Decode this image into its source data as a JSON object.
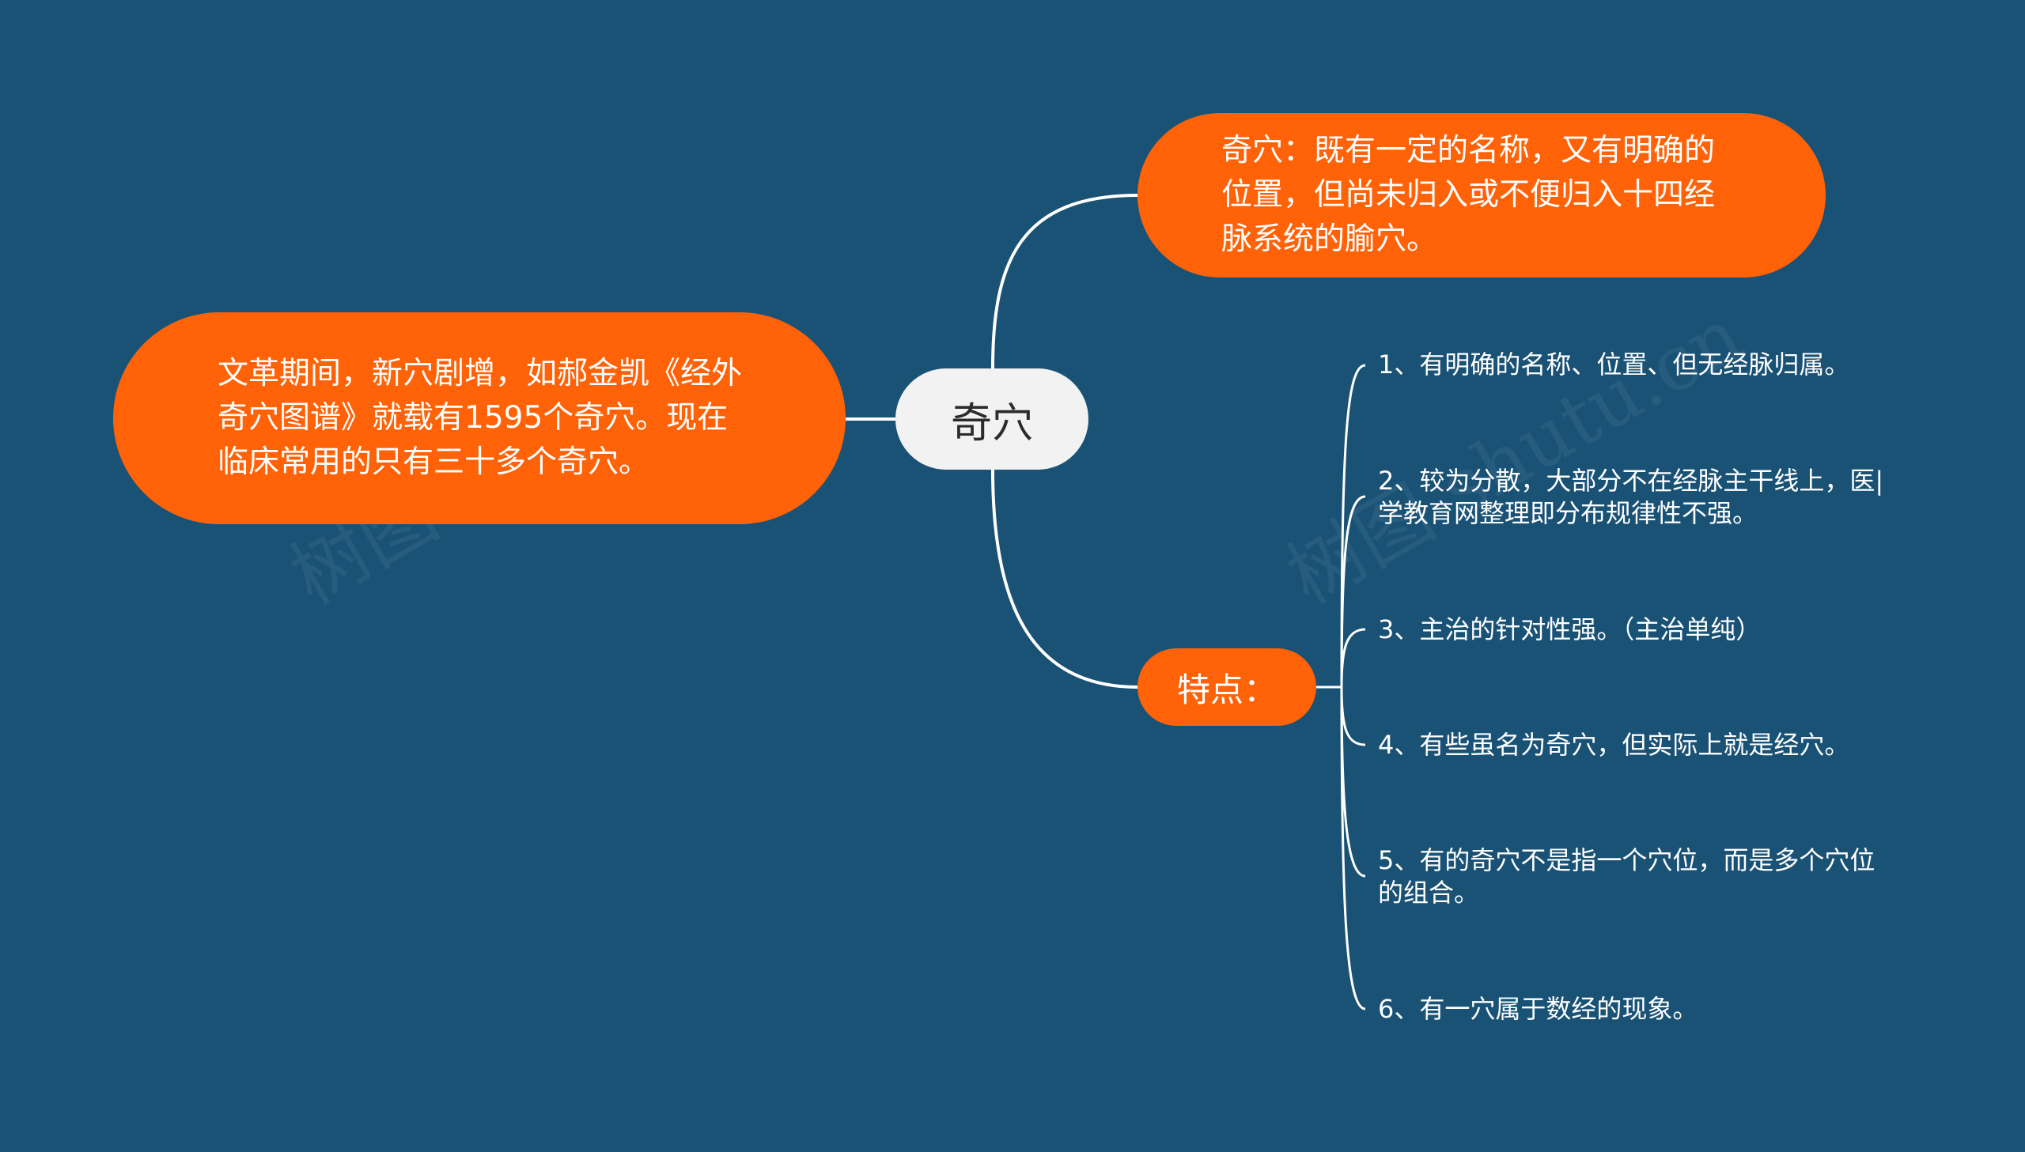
{
  "mindmap": {
    "center": {
      "label": "奇穴"
    },
    "left": {
      "text": "文革期间，新穴剧增，如郝金凯《经外奇穴图谱》就载有1595个奇穴。现在临床常用的只有三十多个奇穴。"
    },
    "top": {
      "text": "奇穴：既有一定的名称，又有明确的位置，但尚未归入或不便归入十四经脉系统的腧穴。"
    },
    "features": {
      "label": "特点：",
      "items": [
        "1、有明确的名称、位置、但无经脉归属。",
        "2、较为分散，大部分不在经脉主干线上，医|学教育网整理即分布规律性不强。",
        "3、主治的针对性强。（主治单纯）",
        "4、有些虽名为奇穴，但实际上就是经穴。",
        "5、有的奇穴不是指一个穴位，而是多个穴位的组合。",
        "6、有一穴属于数经的现象。"
      ]
    },
    "colors": {
      "background": "#1a5276",
      "node_orange": "#ff6207",
      "center_fill": "#f2f2f2",
      "line": "#ffffff"
    }
  },
  "watermark": {
    "text": "树图 shutu.cn"
  }
}
